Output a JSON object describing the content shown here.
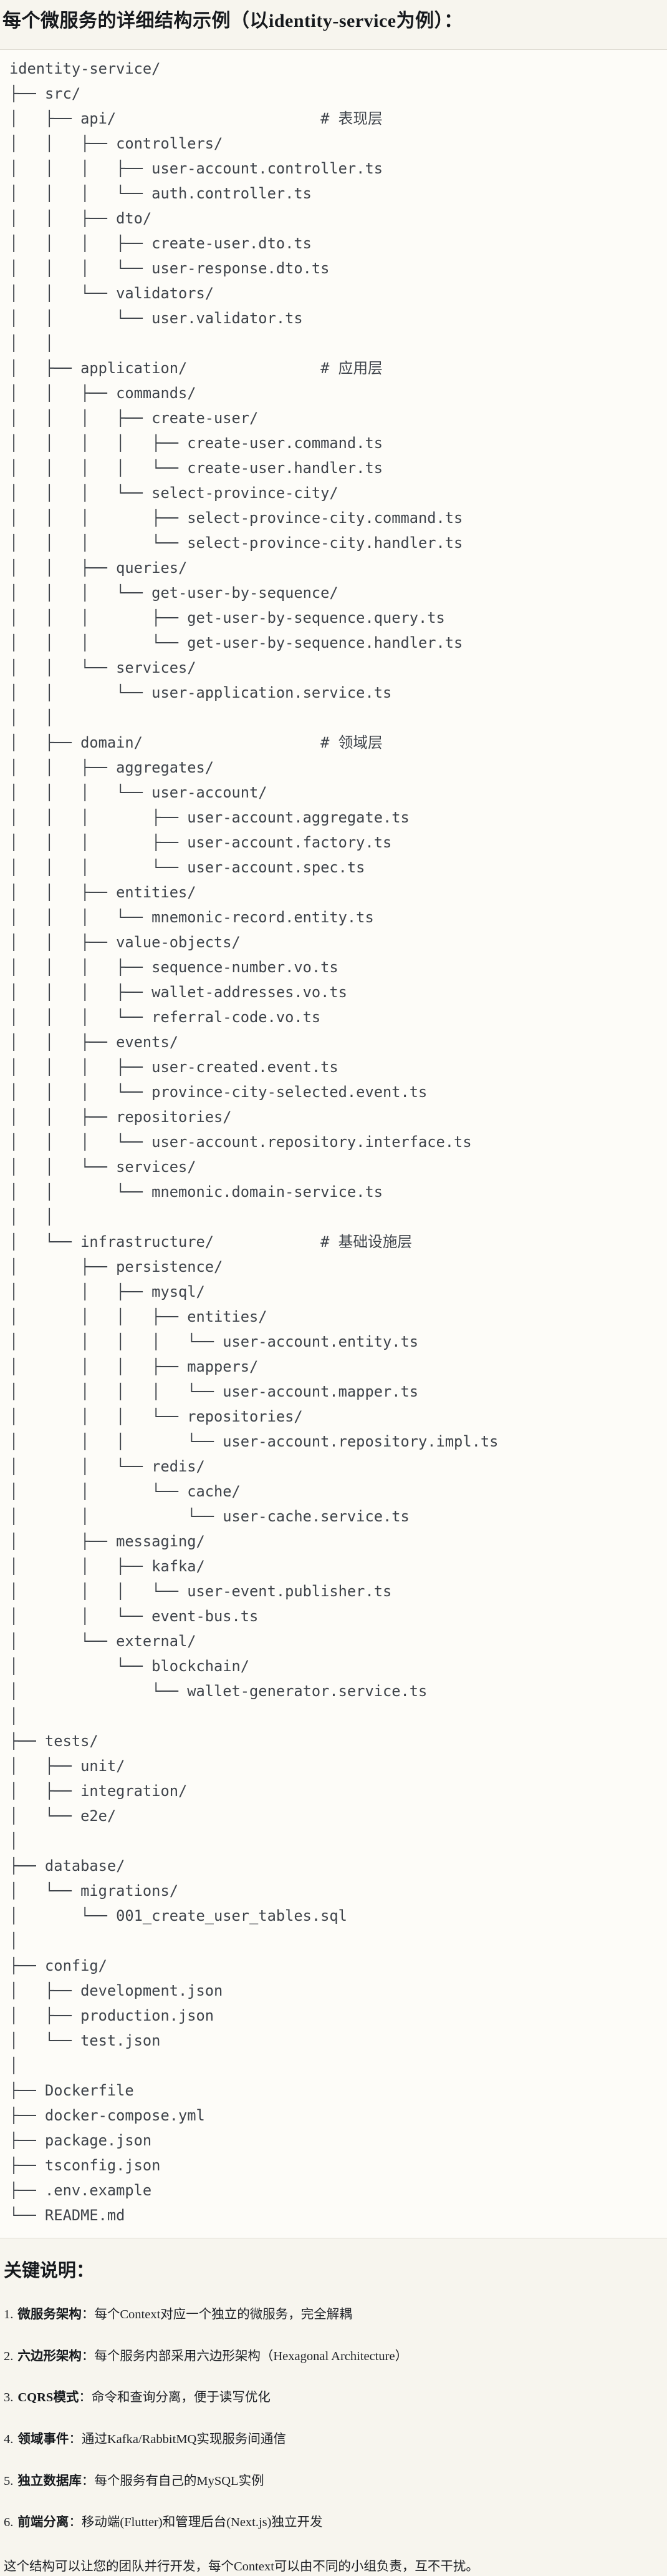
{
  "colors": {
    "page_bg": "#f7f5ee",
    "block_bg": "#fdfcf8",
    "block_border": "#dcd9d0",
    "tree_text": "#3e434a",
    "heading_text": "#16191d",
    "body_text": "#1d2025"
  },
  "page": {
    "title": "每个微服务的详细结构示例（以identity-service为例）："
  },
  "code_block": {
    "tree_lines": [
      "identity-service/",
      "├── src/",
      "│   ├── api/                       # 表现层",
      "│   │   ├── controllers/",
      "│   │   │   ├── user-account.controller.ts",
      "│   │   │   └── auth.controller.ts",
      "│   │   ├── dto/",
      "│   │   │   ├── create-user.dto.ts",
      "│   │   │   └── user-response.dto.ts",
      "│   │   └── validators/",
      "│   │       └── user.validator.ts",
      "│   │",
      "│   ├── application/               # 应用层",
      "│   │   ├── commands/",
      "│   │   │   ├── create-user/",
      "│   │   │   │   ├── create-user.command.ts",
      "│   │   │   │   └── create-user.handler.ts",
      "│   │   │   └── select-province-city/",
      "│   │   │       ├── select-province-city.command.ts",
      "│   │   │       └── select-province-city.handler.ts",
      "│   │   ├── queries/",
      "│   │   │   └── get-user-by-sequence/",
      "│   │   │       ├── get-user-by-sequence.query.ts",
      "│   │   │       └── get-user-by-sequence.handler.ts",
      "│   │   └── services/",
      "│   │       └── user-application.service.ts",
      "│   │",
      "│   ├── domain/                    # 领域层",
      "│   │   ├── aggregates/",
      "│   │   │   └── user-account/",
      "│   │   │       ├── user-account.aggregate.ts",
      "│   │   │       ├── user-account.factory.ts",
      "│   │   │       └── user-account.spec.ts",
      "│   │   ├── entities/",
      "│   │   │   └── mnemonic-record.entity.ts",
      "│   │   ├── value-objects/",
      "│   │   │   ├── sequence-number.vo.ts",
      "│   │   │   ├── wallet-addresses.vo.ts",
      "│   │   │   └── referral-code.vo.ts",
      "│   │   ├── events/",
      "│   │   │   ├── user-created.event.ts",
      "│   │   │   └── province-city-selected.event.ts",
      "│   │   ├── repositories/",
      "│   │   │   └── user-account.repository.interface.ts",
      "│   │   └── services/",
      "│   │       └── mnemonic.domain-service.ts",
      "│   │",
      "│   └── infrastructure/            # 基础设施层",
      "│       ├── persistence/",
      "│       │   ├── mysql/",
      "│       │   │   ├── entities/",
      "│       │   │   │   └── user-account.entity.ts",
      "│       │   │   ├── mappers/",
      "│       │   │   │   └── user-account.mapper.ts",
      "│       │   │   └── repositories/",
      "│       │   │       └── user-account.repository.impl.ts",
      "│       │   └── redis/",
      "│       │       └── cache/",
      "│       │           └── user-cache.service.ts",
      "│       ├── messaging/",
      "│       │   ├── kafka/",
      "│       │   │   └── user-event.publisher.ts",
      "│       │   └── event-bus.ts",
      "│       └── external/",
      "│           └── blockchain/",
      "│               └── wallet-generator.service.ts",
      "│",
      "├── tests/",
      "│   ├── unit/",
      "│   ├── integration/",
      "│   └── e2e/",
      "│",
      "├── database/",
      "│   └── migrations/",
      "│       └── 001_create_user_tables.sql",
      "│",
      "├── config/",
      "│   ├── development.json",
      "│   ├── production.json",
      "│   └── test.json",
      "│",
      "├── Dockerfile",
      "├── docker-compose.yml",
      "├── package.json",
      "├── tsconfig.json",
      "├── .env.example",
      "└── README.md"
    ]
  },
  "notes": {
    "heading": "关键说明：",
    "items": [
      {
        "num": "1.",
        "label": "微服务架构",
        "desc": "：每个Context对应一个独立的微服务，完全解耦"
      },
      {
        "num": "2.",
        "label": "六边形架构",
        "desc": "：每个服务内部采用六边形架构（Hexagonal Architecture）"
      },
      {
        "num": "3.",
        "label": "CQRS模式",
        "desc": "：命令和查询分离，便于读写优化"
      },
      {
        "num": "4.",
        "label": "领域事件",
        "desc": "：通过Kafka/RabbitMQ实现服务间通信"
      },
      {
        "num": "5.",
        "label": "独立数据库",
        "desc": "：每个服务有自己的MySQL实例"
      },
      {
        "num": "6.",
        "label": "前端分离",
        "desc": "：移动端(Flutter)和管理后台(Next.js)独立开发"
      }
    ],
    "closing": "这个结构可以让您的团队并行开发，每个Context可以由不同的小组负责，互不干扰。"
  }
}
